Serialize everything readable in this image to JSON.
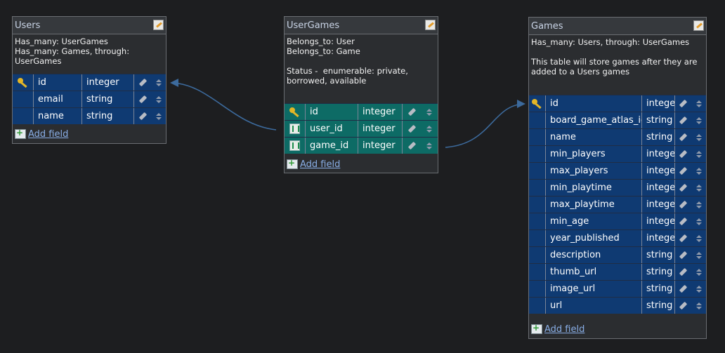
{
  "tables": {
    "users": {
      "title": "Users",
      "notes": [
        "Has_many: UserGames",
        "Has_many: Games, through: UserGames"
      ],
      "fields": [
        {
          "name": "id",
          "type": "integer",
          "icon": "primary-key-icon"
        },
        {
          "name": "email",
          "type": "string",
          "icon": ""
        },
        {
          "name": "name",
          "type": "string",
          "icon": ""
        }
      ],
      "add_field": "Add field"
    },
    "usergames": {
      "title": "UserGames",
      "notes": [
        "Belongs_to: User",
        "Belongs_to: Game",
        "",
        "Status -  enumerable: private, borrowed, available"
      ],
      "fields": [
        {
          "name": "id",
          "type": "integer",
          "icon": "primary-key-icon"
        },
        {
          "name": "user_id",
          "type": "integer",
          "icon": "foreign-key-icon"
        },
        {
          "name": "game_id",
          "type": "integer",
          "icon": "foreign-key-icon"
        }
      ],
      "add_field": "Add field"
    },
    "games": {
      "title": "Games",
      "notes": [
        "Has_many: Users, through: UserGames",
        "",
        "This table will store games after they are added to a Users games"
      ],
      "fields": [
        {
          "name": "id",
          "type": "integer",
          "icon": "primary-key-icon"
        },
        {
          "name": "board_game_atlas_id",
          "type": "string",
          "icon": ""
        },
        {
          "name": "name",
          "type": "string",
          "icon": ""
        },
        {
          "name": "min_players",
          "type": "integer",
          "icon": ""
        },
        {
          "name": "max_players",
          "type": "integer",
          "icon": ""
        },
        {
          "name": "min_playtime",
          "type": "integer",
          "icon": ""
        },
        {
          "name": "max_playtime",
          "type": "integer",
          "icon": ""
        },
        {
          "name": "min_age",
          "type": "integer",
          "icon": ""
        },
        {
          "name": "year_published",
          "type": "integer",
          "icon": ""
        },
        {
          "name": "description",
          "type": "string",
          "icon": ""
        },
        {
          "name": "thumb_url",
          "type": "string",
          "icon": ""
        },
        {
          "name": "image_url",
          "type": "string",
          "icon": ""
        },
        {
          "name": "url",
          "type": "string",
          "icon": ""
        }
      ],
      "add_field": "Add field"
    }
  },
  "colors": {
    "background": "#1d1e20",
    "field_row": "#0f3a72",
    "join_row": "#0d6b65",
    "link": "#3c6a9c",
    "add_link": "#89aee6"
  }
}
